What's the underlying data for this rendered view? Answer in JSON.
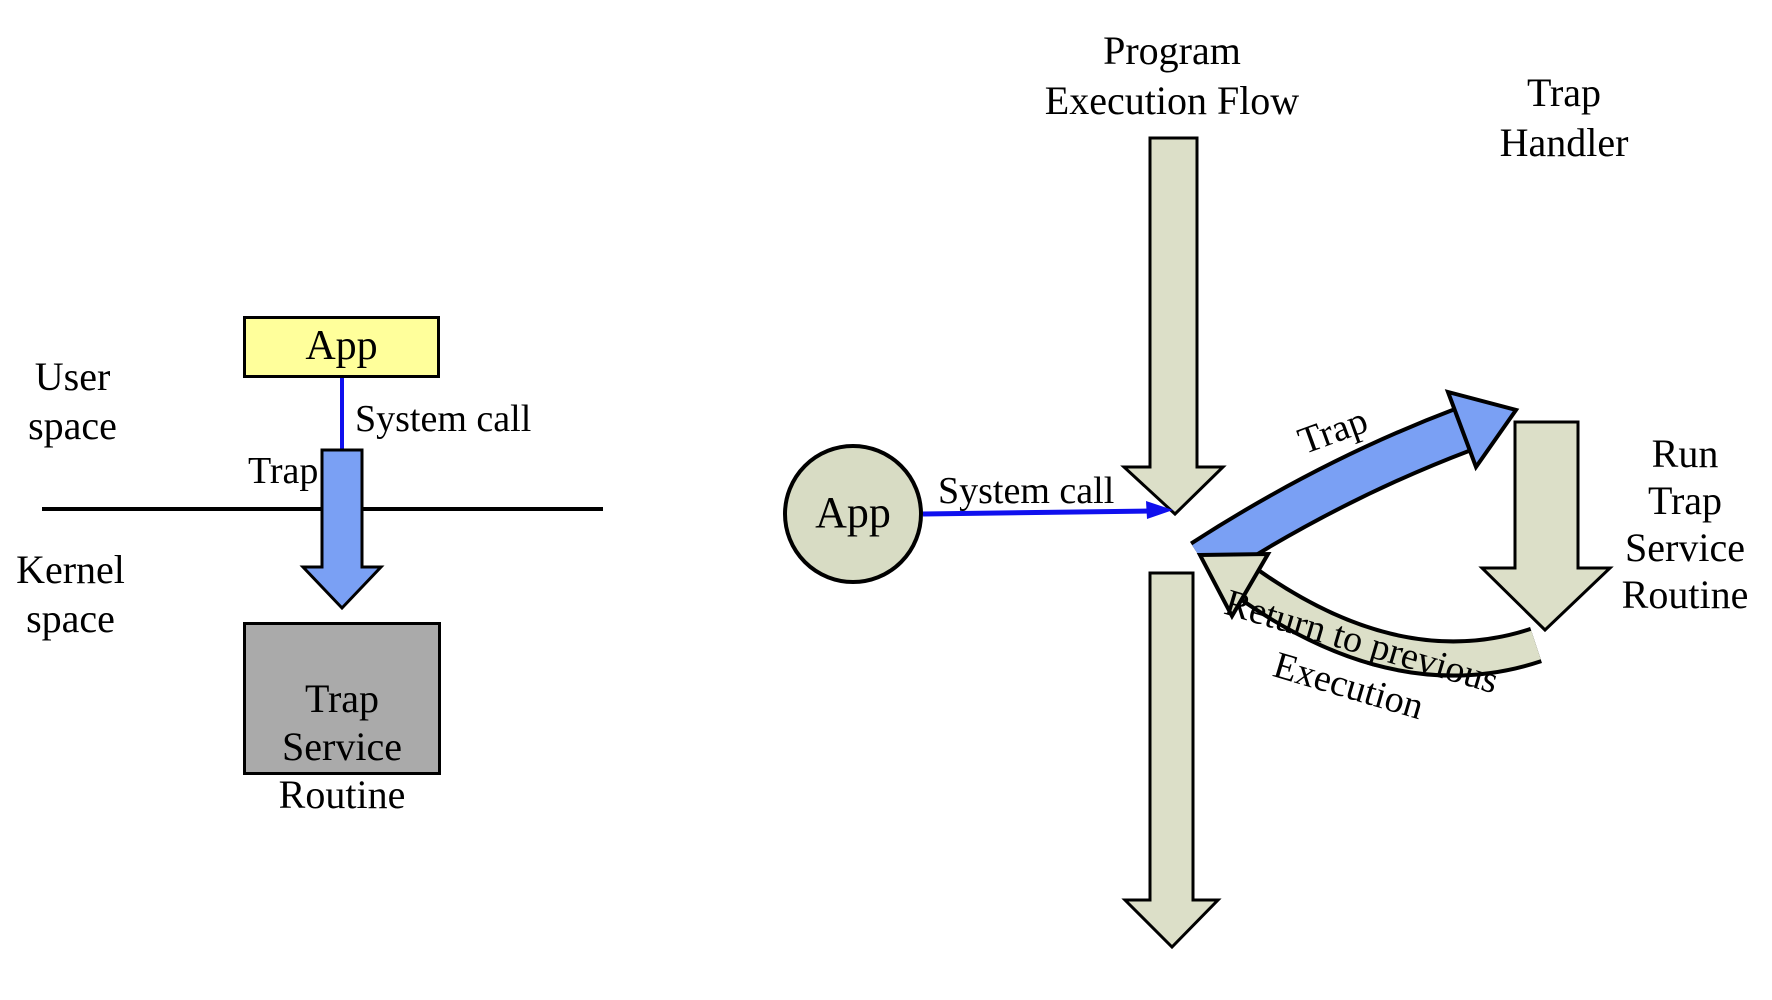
{
  "diagram": {
    "left": {
      "user_space": "User\nspace",
      "kernel_space": "Kernel\nspace",
      "app": "App",
      "system_call": "System call",
      "trap": "Trap",
      "trap_service_routine": "Trap\nService\nRoutine"
    },
    "right": {
      "title": "Program\nExecution Flow",
      "trap_handler": "Trap\nHandler",
      "app": "App",
      "system_call": "System call",
      "trap": "Trap",
      "run_trap_service_routine": "Run\nTrap\nService\nRoutine",
      "return_to_previous": "Return to previous\nExecution"
    },
    "colors": {
      "app_box_fill": "#FFFF9B",
      "service_box_fill": "#AAAAAA",
      "block_arrow_blue": "#7AA0F4",
      "flow_arrow_fill": "#DCDFC8",
      "circle_fill": "#D8DCC4",
      "system_call_line": "#1010EE",
      "outline": "#000000"
    }
  }
}
